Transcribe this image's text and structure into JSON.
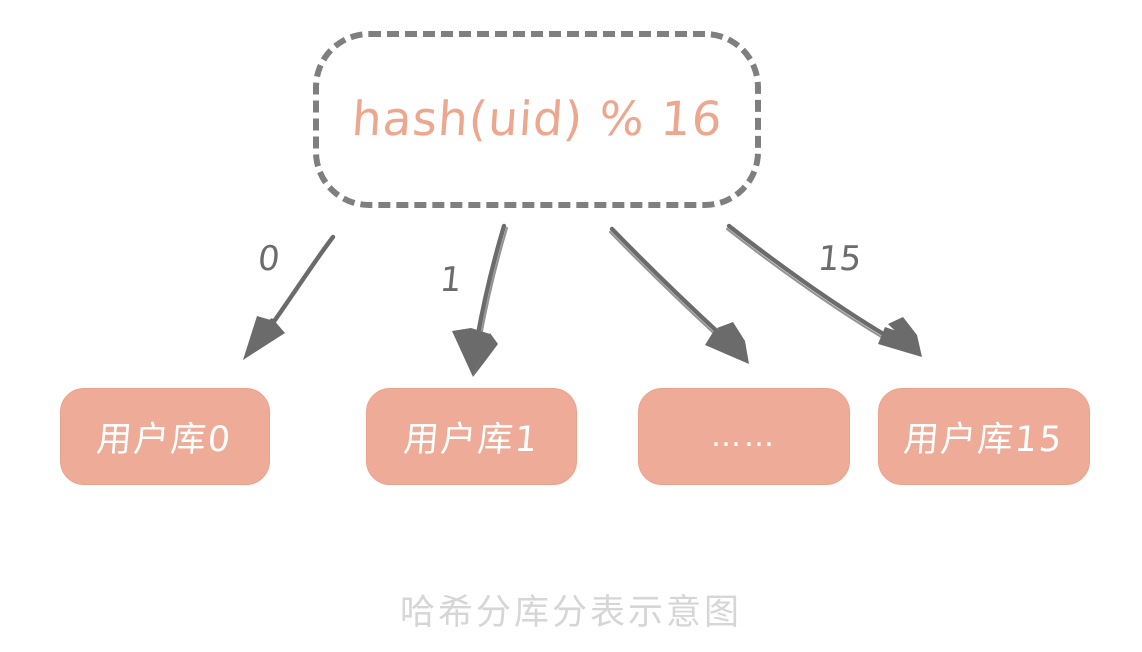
{
  "diagram": {
    "caption": "哈希分库分表示意图",
    "hash_node": {
      "label": "hash(uid) % 16",
      "text_color": "#eda78f",
      "border_color": "#7f7f7f",
      "border_style": "dashed"
    },
    "arrows": [
      {
        "label": "0",
        "from": "hash-node",
        "to": "shard-box-0"
      },
      {
        "label": "1",
        "from": "hash-node",
        "to": "shard-box-1"
      },
      {
        "label": "",
        "from": "hash-node",
        "to": "shard-box-2"
      },
      {
        "label": "15",
        "from": "hash-node",
        "to": "shard-box-15"
      }
    ],
    "arrow_color": "#6b6b6b",
    "shards": [
      {
        "label": "用户库0",
        "index": "0"
      },
      {
        "label": "用户库1",
        "index": "1"
      },
      {
        "label": "……",
        "index": "ellipsis"
      },
      {
        "label": "用户库15",
        "index": "15"
      }
    ],
    "shard_fill_color": "#eeab97",
    "shard_text_color": "#ffffff",
    "caption_color": "#d6d6d6",
    "background_color": "#ffffff"
  }
}
